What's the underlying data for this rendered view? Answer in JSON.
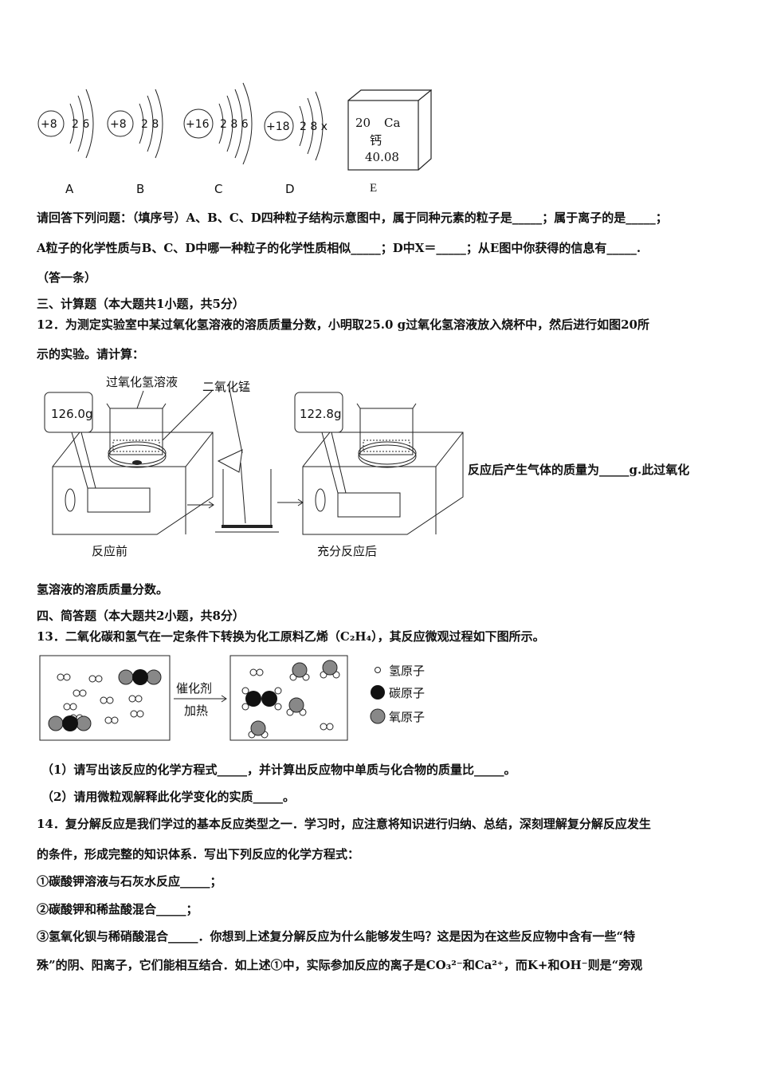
{
  "atoms": [
    {
      "id": "A",
      "nucleus": "+8",
      "shells": "2 6"
    },
    {
      "id": "B",
      "nucleus": "+8",
      "shells": "2 8"
    },
    {
      "id": "C",
      "nucleus": "+16",
      "shells": "2 8 6"
    },
    {
      "id": "D",
      "nucleus": "+18",
      "shells": "2 8 x"
    }
  ],
  "element_card": {
    "number": "20",
    "symbol": "Ca",
    "name": "钙",
    "mass": "40.08",
    "label": "E"
  },
  "q11": {
    "line1": "请回答下列问题：（填序号）A、B、C、D四种粒子结构示意图中，属于同种元素的粒子是_____；属于离子的是_____；",
    "line2": "A粒子的化学性质与B、C、D中哪一种粒子的化学性质相似_____；D中X＝_____；从E图中你获得的信息有_____.",
    "line3": "（答一条）"
  },
  "sec3": {
    "heading": "三、计算题（本大题共1小题，共5分）",
    "q12_line1": "12．为测定实验室中某过氧化氢溶液的溶质质量分数，小明取25.0 g过氧化氢溶液放入烧杯中，然后进行如图20所",
    "q12_line2": "示的实验。请计算：",
    "fig": {
      "label_h2o2": "过氧化氢溶液",
      "label_mno2": "二氧化锰",
      "reading_before": "126.0g",
      "reading_after": "122.8g",
      "caption_before": "反应前",
      "caption_after": "充分反应后"
    },
    "q12_side": "反应后产生气体的质量为_____g.此过氧化",
    "q12_line3": "氢溶液的溶质质量分数。"
  },
  "sec4": {
    "heading": "四、简答题（本大题共2小题，共8分）",
    "q13": "13．二氧化碳和氢气在一定条件下转换为化工原料乙烯（C₂H₄），其反应微观过程如下图所示。",
    "arrow_top": "催化剂",
    "arrow_bottom": "加热",
    "legend": [
      "氢原子",
      "碳原子",
      "氧原子"
    ],
    "q13_1": "（1）请写出该反应的化学方程式_____，并计算出反应物中单质与化合物的质量比_____。",
    "q13_2": "（2）请用微粒观解释此化学变化的实质_____。",
    "q14_line1": "14．复分解反应是我们学过的基本反应类型之一．学习时，应注意将知识进行归纳、总结，深刻理解复分解反应发生",
    "q14_line2": "的条件，形成完整的知识体系．写出下列反应的化学方程式：",
    "q14_a": "①碳酸钾溶液与石灰水反应_____；",
    "q14_b": "②碳酸钾和稀盐酸混合_____；",
    "q14_c": "③氢氧化钡与稀硝酸混合_____．你想到上述复分解反应为什么能够发生吗？这是因为在这些反应物中含有一些“特",
    "q14_d": "殊”的阴、阳离子，它们能相互结合．如上述①中，实际参加反应的离子是CO₃²⁻和Ca²⁺，而K+和OH⁻则是“旁观"
  }
}
